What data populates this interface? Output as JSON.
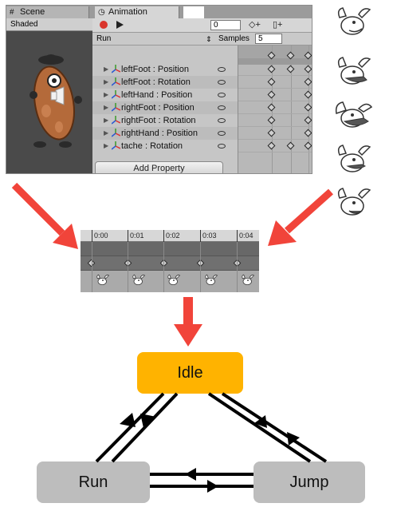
{
  "unity": {
    "tabs": {
      "scene": "Scene",
      "animation": "Animation"
    },
    "scene_mode": "Shaded",
    "frame_value": "0",
    "clip_name": "Run",
    "samples_label": "Samples",
    "samples_value": "5",
    "properties": [
      "leftFoot : Position",
      "leftFoot : Rotation",
      "leftHand : Position",
      "rightFoot : Position",
      "rightFoot : Rotation",
      "rightHand : Position",
      "tache : Rotation"
    ],
    "add_property_label": "Add Property"
  },
  "timeline": {
    "ticks": [
      "0:00",
      "0:01",
      "0:02",
      "0:03",
      "0:04"
    ]
  },
  "state_machine": {
    "states": {
      "idle": "Idle",
      "run": "Run",
      "jump": "Jump"
    }
  },
  "colors": {
    "arrow": "#f1443a",
    "idle": "#ffb300",
    "state": "#bdbdbd",
    "record": "#d9342b"
  }
}
